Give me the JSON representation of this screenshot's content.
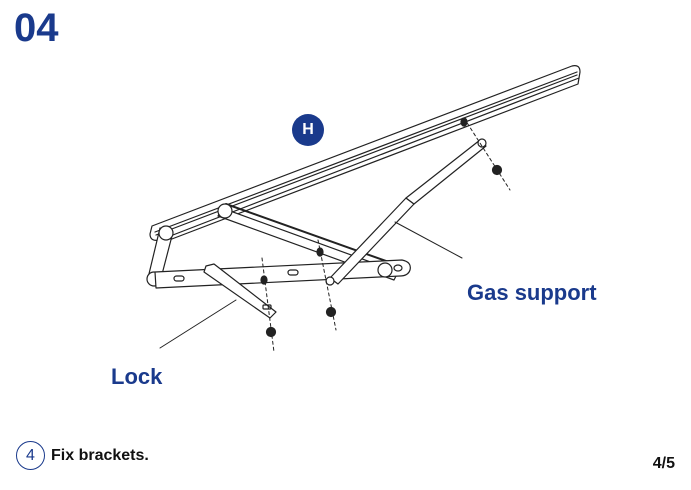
{
  "step": {
    "number": "04"
  },
  "diagram": {
    "part_badge": "H",
    "labels": {
      "gas_support": "Gas support",
      "lock": "Lock"
    }
  },
  "instruction": {
    "index": "4",
    "text": "Fix brackets."
  },
  "page": {
    "indicator": "4/5"
  },
  "colors": {
    "accent": "#1a3a8c",
    "text": "#111111"
  }
}
